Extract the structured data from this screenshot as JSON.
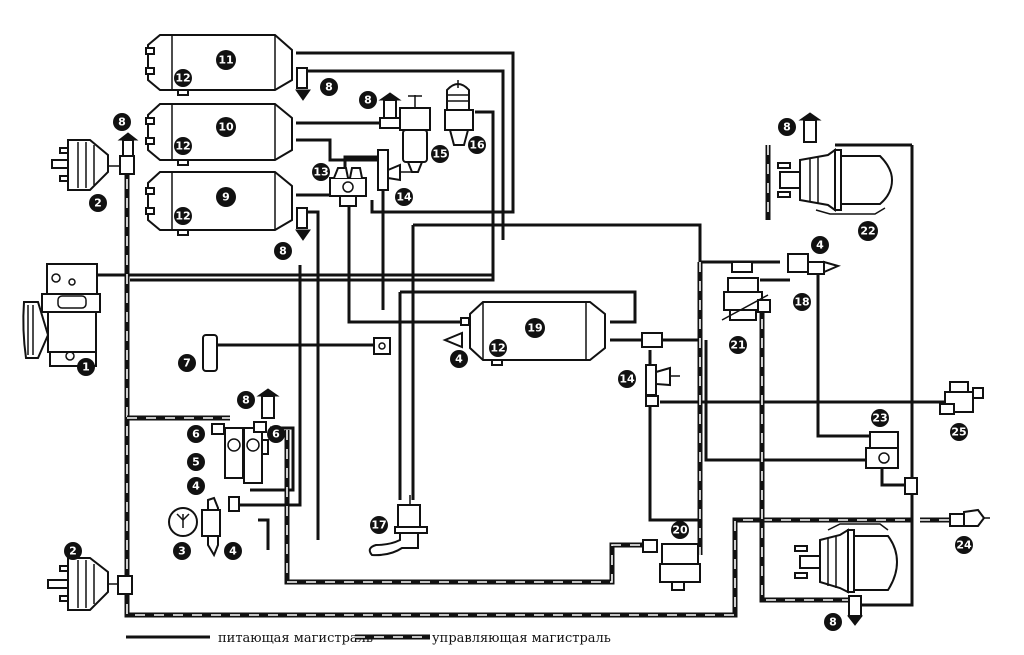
{
  "diagram": {
    "type": "pneumatic brake system schematic",
    "components": [
      {
        "id": "1",
        "kind": "compressor"
      },
      {
        "id": "2",
        "kind": "brake-chamber"
      },
      {
        "id": "3",
        "kind": "pressure-gauge"
      },
      {
        "id": "4",
        "kind": "valve"
      },
      {
        "id": "5",
        "kind": "brake-valve"
      },
      {
        "id": "6",
        "kind": "fitting"
      },
      {
        "id": "7",
        "kind": "tee-block"
      },
      {
        "id": "8",
        "kind": "drain-valve"
      },
      {
        "id": "9",
        "kind": "air-tank"
      },
      {
        "id": "10",
        "kind": "air-tank"
      },
      {
        "id": "11",
        "kind": "air-tank"
      },
      {
        "id": "12",
        "kind": "tank-drain-plug"
      },
      {
        "id": "13",
        "kind": "protection-valve"
      },
      {
        "id": "14",
        "kind": "pressure-switch"
      },
      {
        "id": "15",
        "kind": "filter-separator"
      },
      {
        "id": "16",
        "kind": "pressure-regulator"
      },
      {
        "id": "17",
        "kind": "hand-brake-valve"
      },
      {
        "id": "18",
        "kind": "valve"
      },
      {
        "id": "19",
        "kind": "air-tank"
      },
      {
        "id": "20",
        "kind": "accelerator-valve"
      },
      {
        "id": "21",
        "kind": "relay-valve"
      },
      {
        "id": "22",
        "kind": "spring-brake-chamber"
      },
      {
        "id": "23",
        "kind": "trailer-control-valve"
      },
      {
        "id": "24",
        "kind": "coupling-head"
      },
      {
        "id": "25",
        "kind": "coupling-head"
      }
    ],
    "labels": {
      "c1": "1",
      "c2a": "2",
      "c2b": "2",
      "c3": "3",
      "c4a": "4",
      "c4b": "4",
      "c4c": "4",
      "c4d": "4",
      "c5": "5",
      "c6a": "6",
      "c6b": "6",
      "c7": "7",
      "c8a": "8",
      "c8b": "8",
      "c8c": "8",
      "c8d": "8",
      "c8e": "8",
      "c8f": "8",
      "c9": "9",
      "c10": "10",
      "c11": "11",
      "c12a": "12",
      "c12b": "12",
      "c12c": "12",
      "c12d": "12",
      "c13": "13",
      "c14a": "14",
      "c14b": "14",
      "c15": "15",
      "c16": "16",
      "c17": "17",
      "c18": "18",
      "c19": "19",
      "c20": "20",
      "c21": "21",
      "c22": "22",
      "c23": "23",
      "c24": "24",
      "c25": "25"
    }
  },
  "legend": {
    "feed_line": "питающая магистраль",
    "control_line": "управляющая магистраль"
  }
}
